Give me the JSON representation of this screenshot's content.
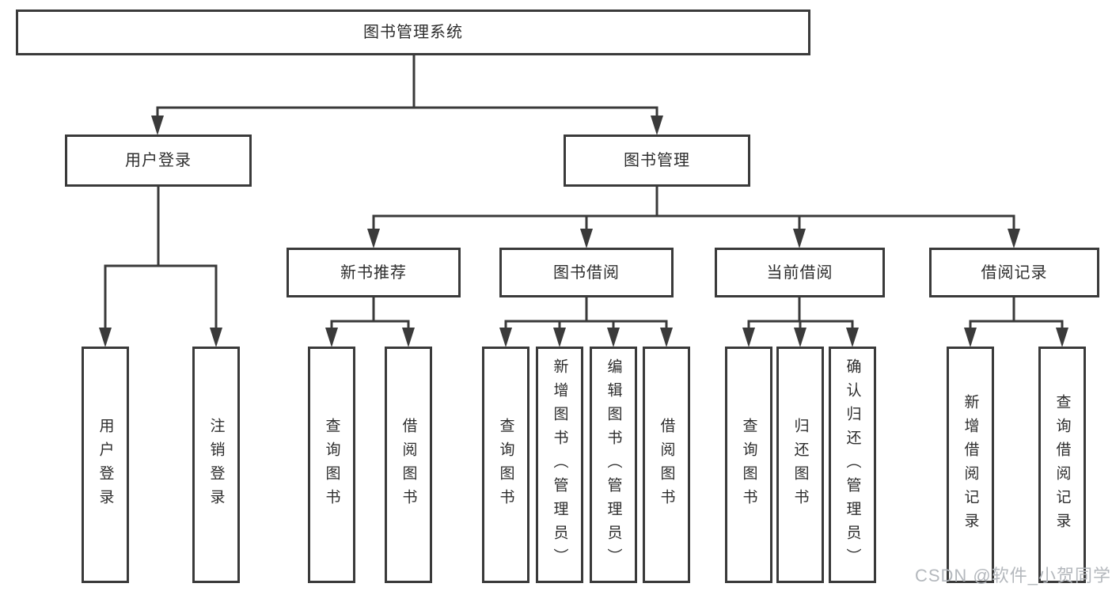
{
  "diagram": {
    "root": {
      "label": "图书管理系统"
    },
    "level2": [
      {
        "label": "用户登录"
      },
      {
        "label": "图书管理"
      }
    ],
    "level3": [
      {
        "label": "新书推荐"
      },
      {
        "label": "图书借阅"
      },
      {
        "label": "当前借阅"
      },
      {
        "label": "借阅记录"
      }
    ],
    "leaves": {
      "user_login": [
        {
          "label": "用户登录"
        },
        {
          "label": "注销登录"
        }
      ],
      "new_book_recommendation": [
        {
          "label": "查询图书"
        },
        {
          "label": "借阅图书"
        }
      ],
      "book_borrowing": [
        {
          "label": "查询图书"
        },
        {
          "label": "新增图书（管理员）"
        },
        {
          "label": "编辑图书（管理员）"
        },
        {
          "label": "借阅图书"
        }
      ],
      "current_borrowing": [
        {
          "label": "查询图书"
        },
        {
          "label": "归还图书"
        },
        {
          "label": "确认归还（管理员）"
        }
      ],
      "borrowing_records": [
        {
          "label": "新增借阅记录"
        },
        {
          "label": "查询借阅记录"
        }
      ]
    },
    "watermark": "CSDN @软件_小贺同学",
    "colors": {
      "line": "#3a3a3a",
      "text": "#2d2d2d",
      "watermark": "#b4b8bd",
      "background": "#ffffff"
    }
  }
}
